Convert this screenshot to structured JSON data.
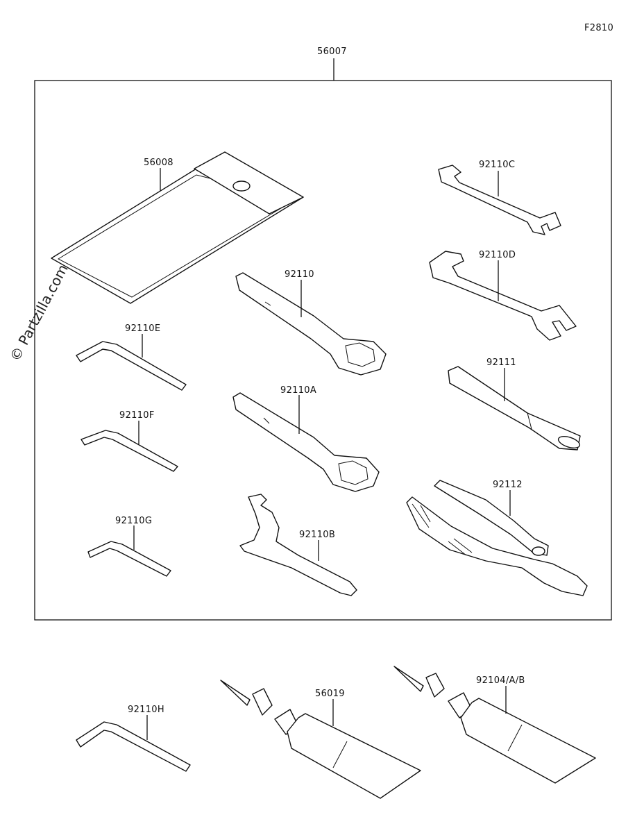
{
  "diagram_id": "F2810",
  "watermark": "© Partzilla.com",
  "assembly": {
    "label": "56007"
  },
  "parts": [
    {
      "key": "p56008",
      "label": "56008"
    },
    {
      "key": "p92110C",
      "label": "92110C"
    },
    {
      "key": "p92110D",
      "label": "92110D"
    },
    {
      "key": "p92110",
      "label": "92110"
    },
    {
      "key": "p92110E",
      "label": "92110E"
    },
    {
      "key": "p92111",
      "label": "92111"
    },
    {
      "key": "p92110A",
      "label": "92110A"
    },
    {
      "key": "p92110F",
      "label": "92110F"
    },
    {
      "key": "p92112",
      "label": "92112"
    },
    {
      "key": "p92110G",
      "label": "92110G"
    },
    {
      "key": "p92110B",
      "label": "92110B"
    },
    {
      "key": "p92110H",
      "label": "92110H"
    },
    {
      "key": "p56019",
      "label": "56019"
    },
    {
      "key": "p92104",
      "label": "92104/A/B"
    }
  ]
}
